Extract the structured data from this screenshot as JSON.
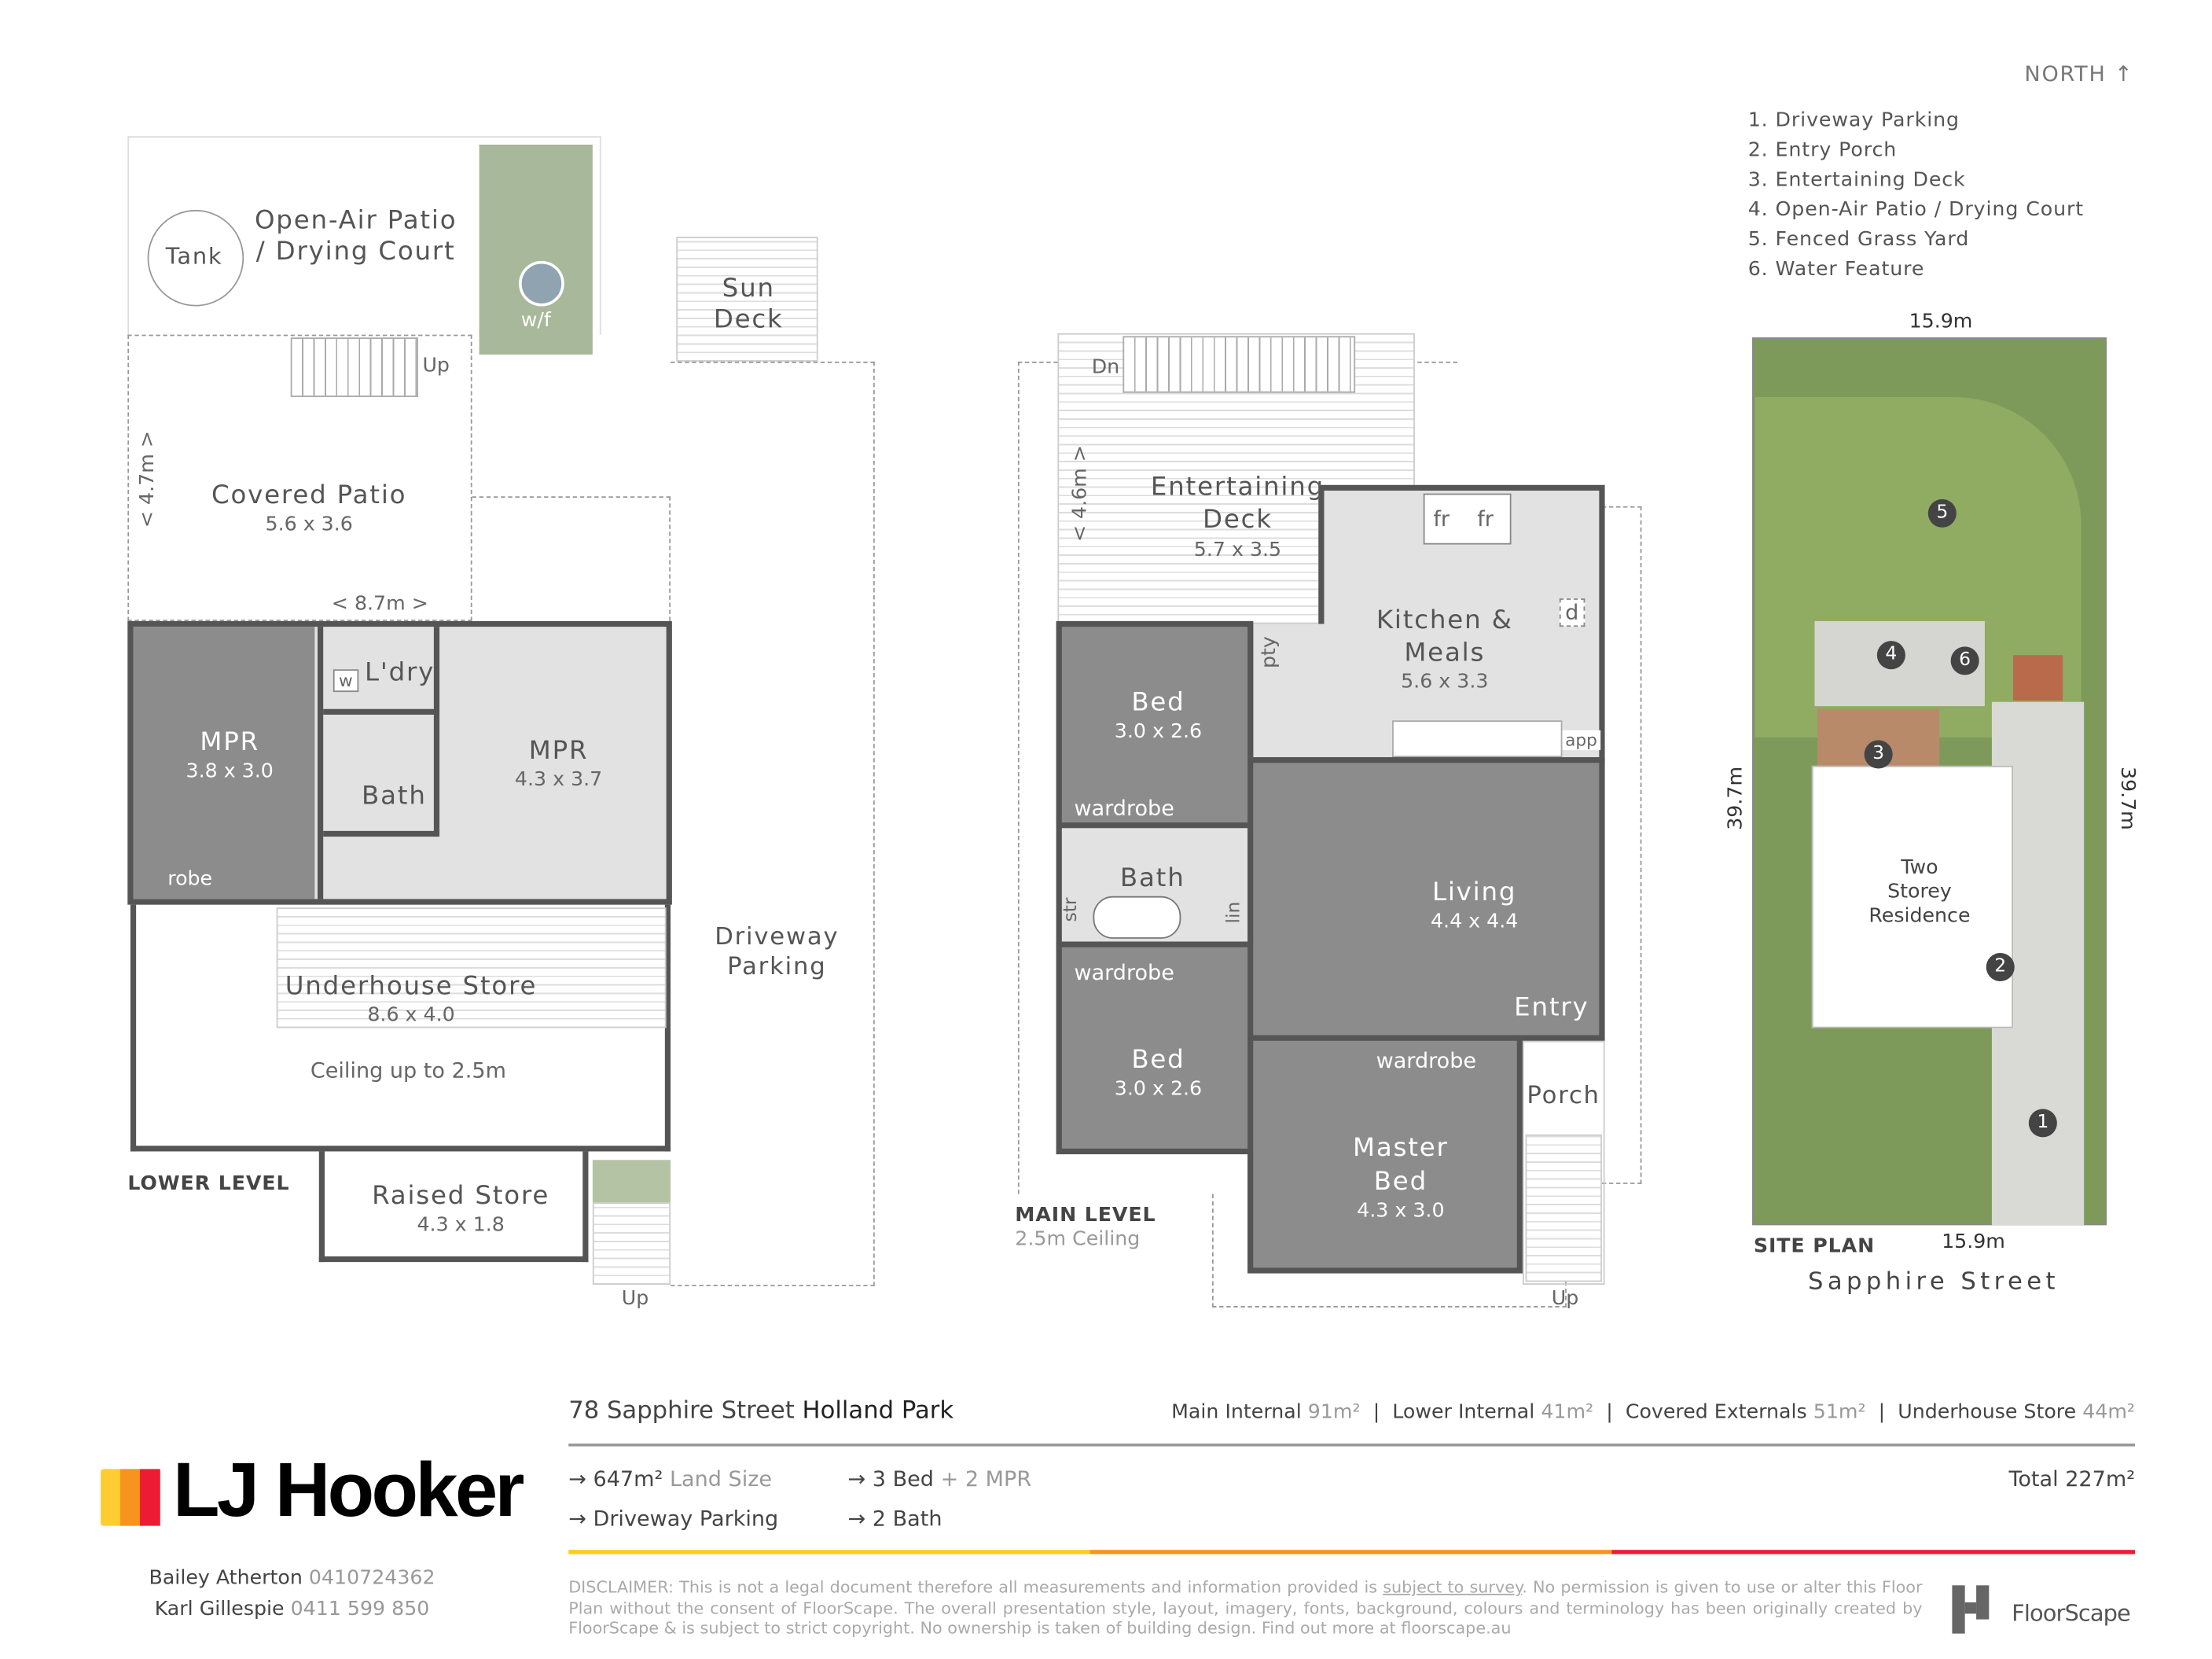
{
  "north": "NORTH ↑",
  "legend": [
    "1. Driveway Parking",
    "2. Entry Porch",
    "3. Entertaining Deck",
    "4. Open-Air Patio / Drying Court",
    "5. Fenced Grass Yard",
    "6. Water Feature"
  ],
  "lower": {
    "level": "LOWER LEVEL",
    "tank": "Tank",
    "patio": "Open-Air Patio",
    "patio2": "/ Drying Court",
    "wf": "w/f",
    "sundeck": "Sun",
    "sundeck2": "Deck",
    "up": "Up",
    "covered": "Covered Patio",
    "covered_dim": "5.6 x 3.6",
    "dim_v": "< 4.7m >",
    "dim_h": "< 8.7m >",
    "mpr1": "MPR",
    "mpr1_dim": "3.8 x 3.0",
    "robe": "robe",
    "ldry": "L'dry",
    "w": "w",
    "bath": "Bath",
    "mpr2": "MPR",
    "mpr2_dim": "4.3 x 3.7",
    "store": "Underhouse Store",
    "store_dim": "8.6 x 4.0",
    "ceiling": "Ceiling up to 2.5m",
    "raised": "Raised Store",
    "raised_dim": "4.3 x 1.8",
    "driveway": "Driveway",
    "driveway2": "Parking",
    "up2": "Up"
  },
  "main": {
    "level": "MAIN LEVEL",
    "ceiling": "2.5m Ceiling",
    "dn": "Dn",
    "deck": "Entertaining",
    "deck2": "Deck",
    "deck_dim": "5.7 x 3.5",
    "dim_v": "< 4.6m >",
    "fr": "fr",
    "fr2": "fr",
    "d": "d",
    "app": "app",
    "pty": "pty",
    "kitchen": "Kitchen &",
    "kitchen2": "Meals",
    "kitchen_dim": "5.6 x 3.3",
    "bed1": "Bed",
    "bed1_dim": "3.0 x 2.6",
    "wardrobe1": "wardrobe",
    "bath": "Bath",
    "str": "str",
    "lin": "lin",
    "living": "Living",
    "living_dim": "4.4 x 4.4",
    "entry": "Entry",
    "wardrobe2": "wardrobe",
    "bed2": "Bed",
    "bed2_dim": "3.0 x 2.6",
    "wardrobe3": "wardrobe",
    "master": "Master",
    "master2": "Bed",
    "master_dim": "4.3 x 3.0",
    "porch": "Porch",
    "up": "Up"
  },
  "site": {
    "label": "SITE PLAN",
    "street": "Sapphire Street",
    "top": "15.9m",
    "bottom": "15.9m",
    "left": "39.7m",
    "right": "39.7m",
    "house": "Two",
    "house2": "Storey",
    "house3": "Residence",
    "markers": [
      "1",
      "2",
      "3",
      "4",
      "5",
      "6"
    ]
  },
  "info": {
    "street": "78 Sapphire Street",
    "suburb": "Holland Park",
    "areas": [
      {
        "label": "Main Internal",
        "value": "91m²"
      },
      {
        "label": "Lower Internal",
        "value": "41m²"
      },
      {
        "label": "Covered Externals",
        "value": "51m²"
      },
      {
        "label": "Underhouse Store",
        "value": "44m²"
      }
    ],
    "land": "647m²",
    "land_label": "Land Size",
    "beds": "3 Bed",
    "mpr": "+ 2 MPR",
    "parking": "Driveway Parking",
    "baths": "2 Bath",
    "total": "Total 227m²",
    "disclaimer_a": "DISCLAIMER: This is not a legal document therefore all measurements and information provided is ",
    "disclaimer_link": "subject to survey",
    "disclaimer_b": ". No permission is given to use or alter this Floor Plan without the consent of FloorScape. The overall presentation style, layout, imagery, fonts, background, colours and terminology has been originally created by FloorScape & is subject to strict copyright. No ownership is taken of building design. Find out more at floorscape.au",
    "floorscape": "FloorScape"
  },
  "agency": {
    "logo": "LJ Hooker",
    "agents": [
      {
        "name": "Bailey Atherton",
        "phone": "0410724362"
      },
      {
        "name": "Karl Gillespie",
        "phone": "0411 599 850"
      }
    ]
  },
  "colors": {
    "yellow": "#ffcc33",
    "orange": "#f7941d",
    "red": "#ed1c34",
    "room_dark": "#8c8c8c",
    "grass": "#7d9a5a"
  }
}
